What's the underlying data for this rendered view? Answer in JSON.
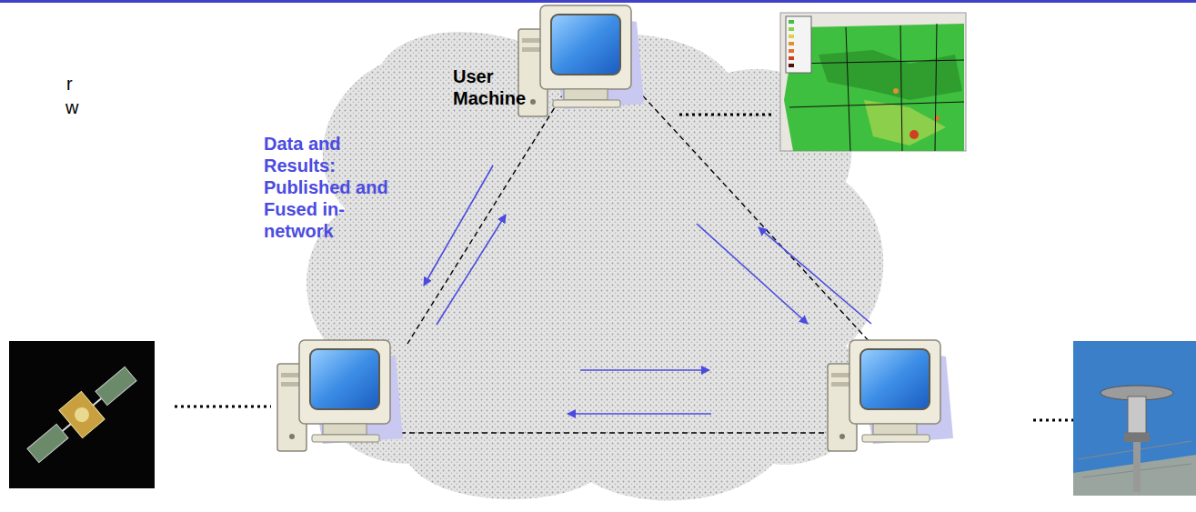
{
  "diagram": {
    "labels": [
      "User Machine",
      "r",
      "w",
      "Data and Results: Published and Fused in-network"
    ]
  }
}
